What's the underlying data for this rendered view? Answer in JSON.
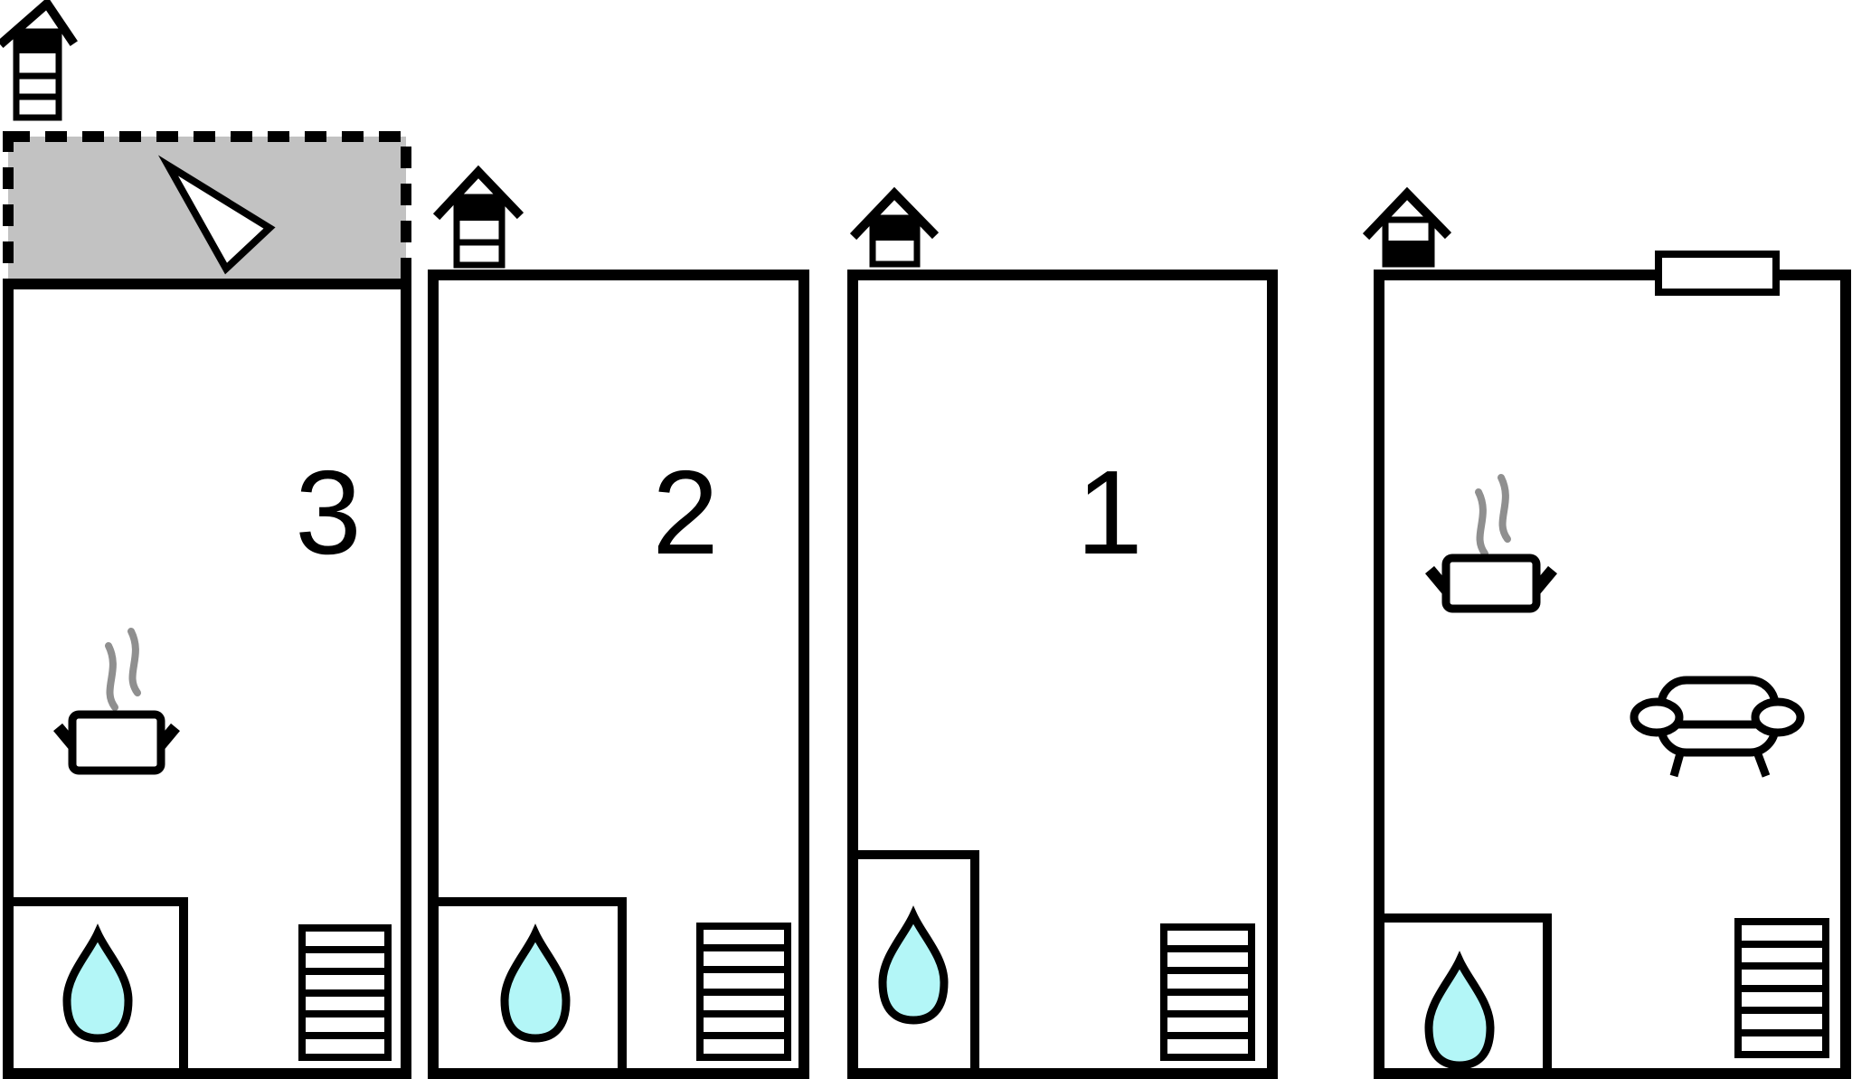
{
  "units": [
    {
      "number": "3",
      "icons": [
        "chimney-icon",
        "terrace-area",
        "direction-arrow-icon",
        "cooking-pot-icon",
        "water-drop-icon",
        "staircase-icon"
      ]
    },
    {
      "number": "2",
      "icons": [
        "chimney-icon",
        "water-drop-icon",
        "staircase-icon"
      ]
    },
    {
      "number": "1",
      "icons": [
        "chimney-icon",
        "water-drop-icon",
        "staircase-icon"
      ]
    },
    {
      "number": "",
      "icons": [
        "chimney-icon",
        "window",
        "cooking-pot-icon",
        "sofa-icon",
        "water-drop-icon",
        "staircase-icon"
      ]
    }
  ],
  "colors": {
    "wall": "#000000",
    "background": "#ffffff",
    "terrace_fill": "#c2c2c2",
    "water_drop": "#b3f6f7",
    "steam": "#8f8f8f"
  }
}
